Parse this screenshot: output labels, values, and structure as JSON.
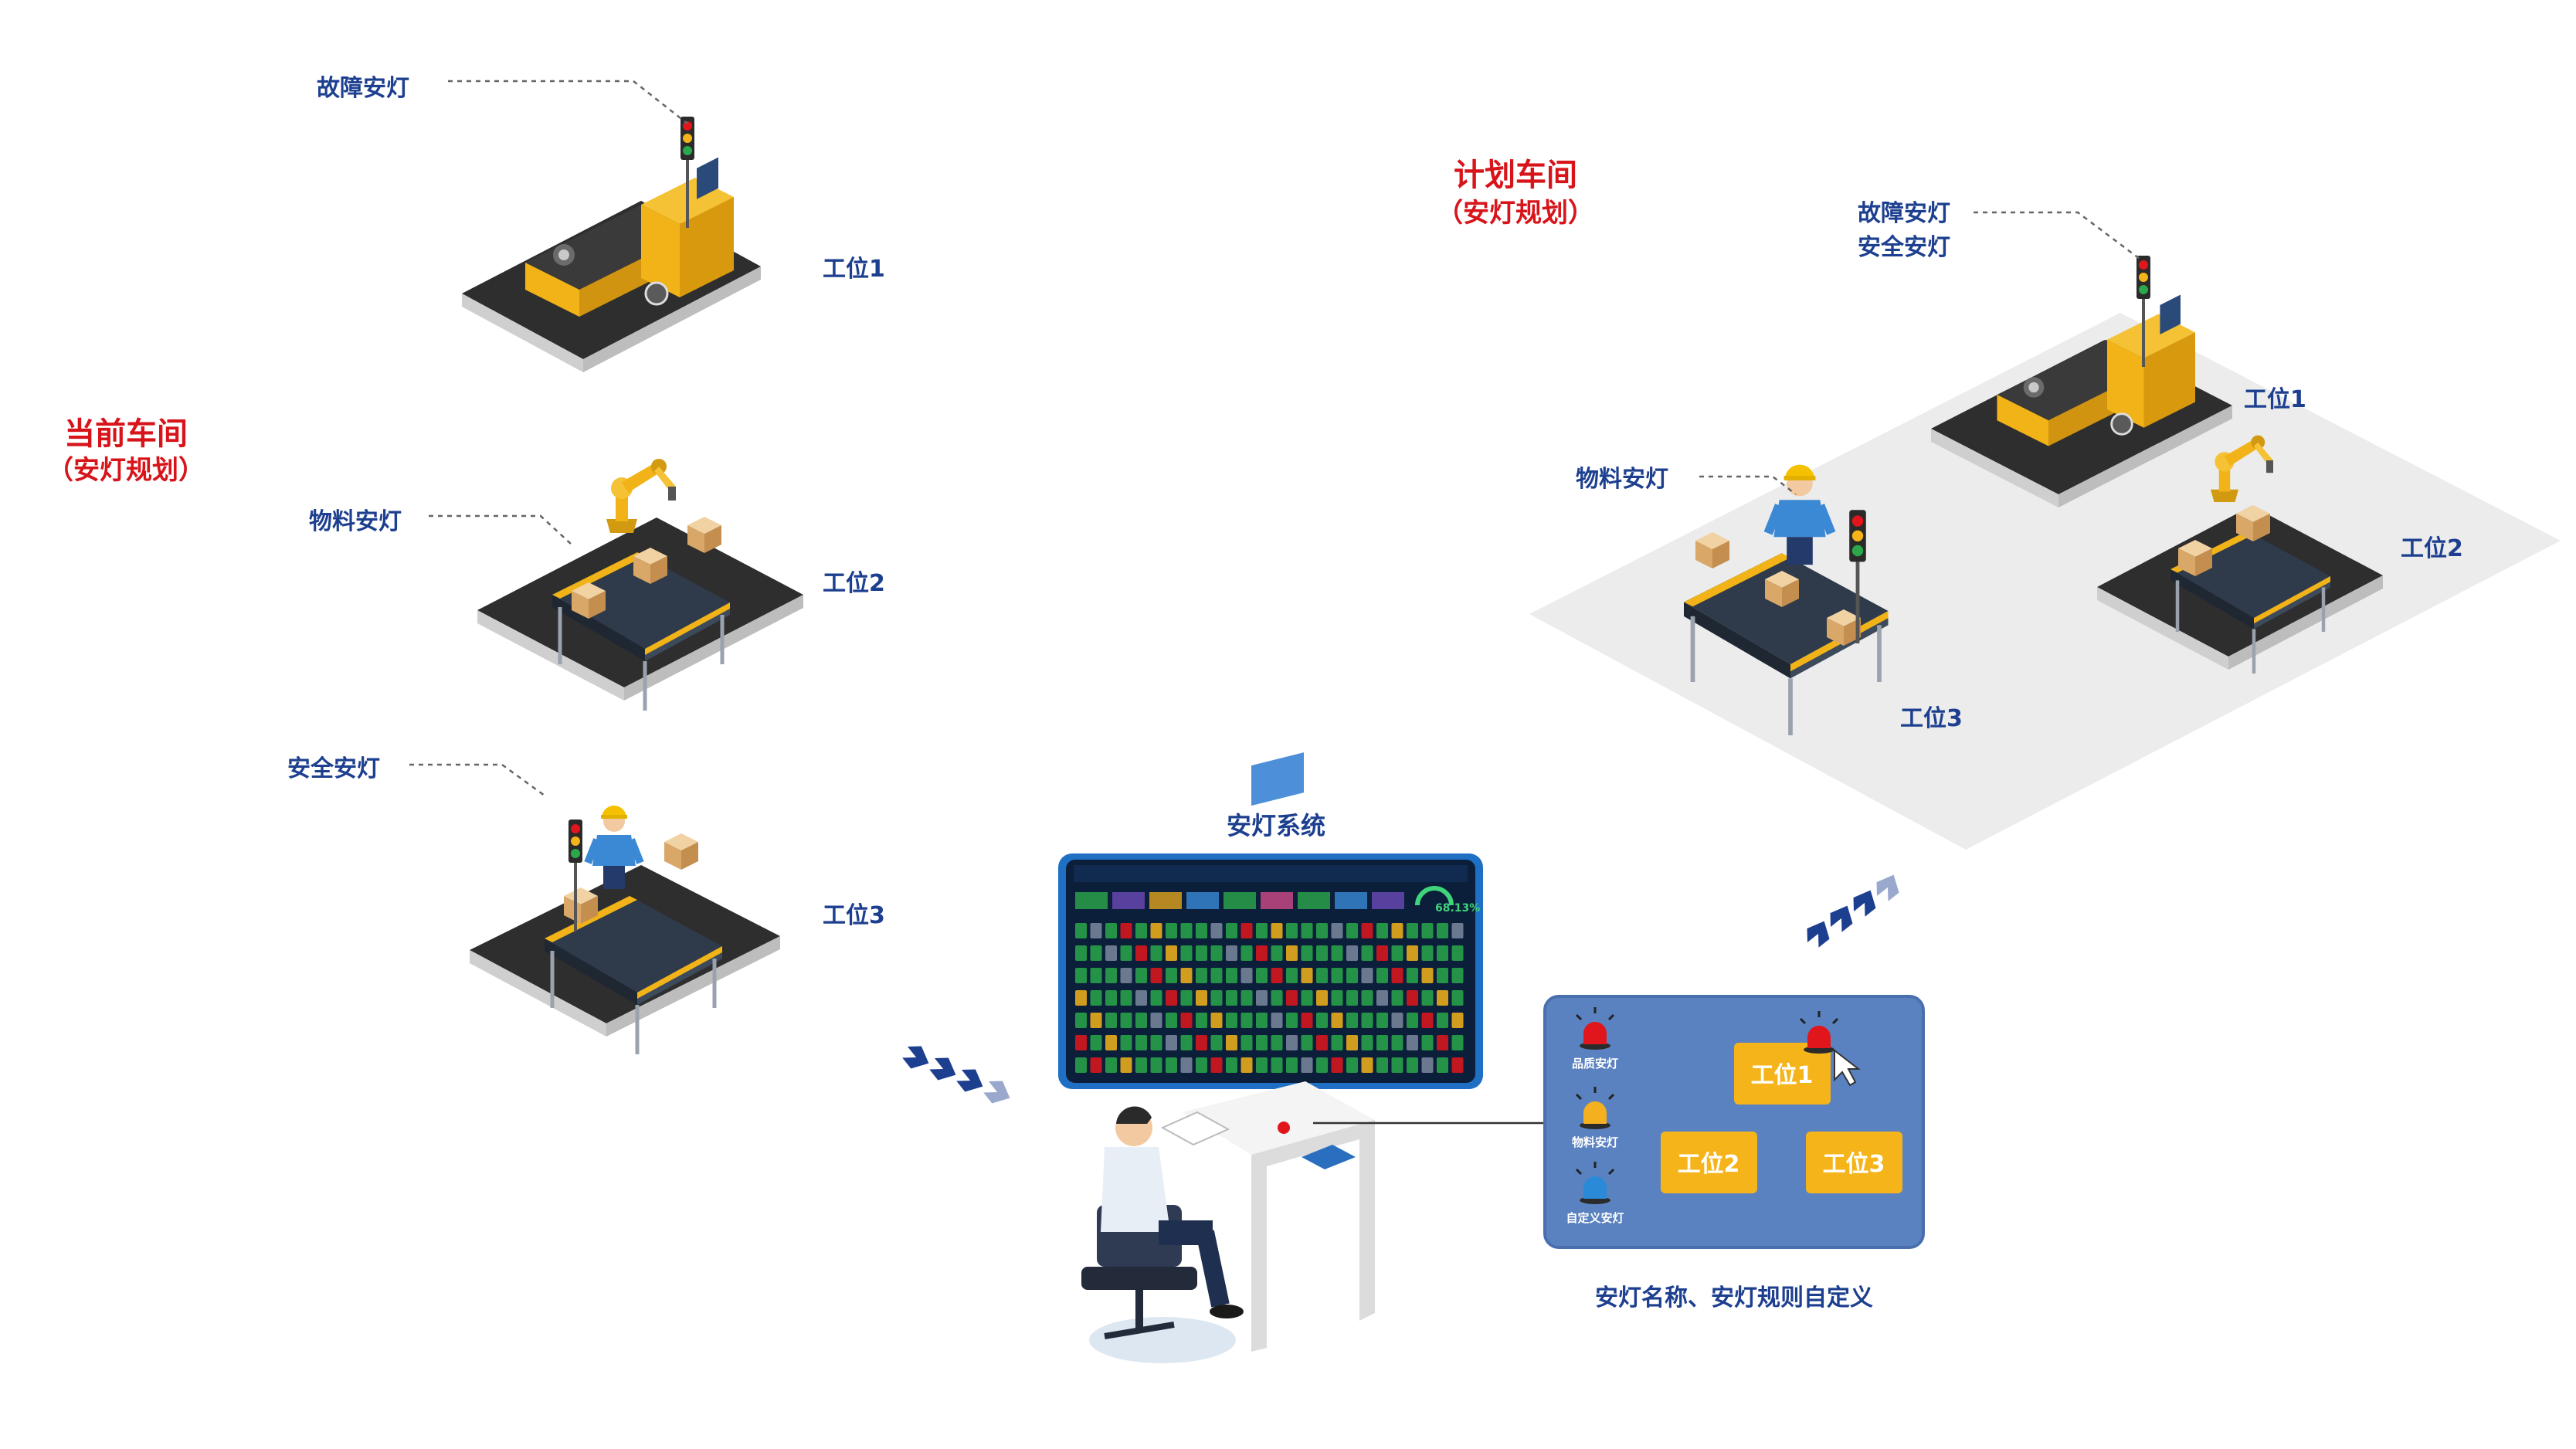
{
  "current_workshop": {
    "title": "当前车间",
    "subtitle": "（安灯规划）",
    "stations": [
      {
        "name": "工位1",
        "andon": "故障安灯"
      },
      {
        "name": "工位2",
        "andon": "物料安灯"
      },
      {
        "name": "工位3",
        "andon": "安全安灯"
      }
    ]
  },
  "planned_workshop": {
    "title": "计划车间",
    "subtitle": "（安灯规划）",
    "andon_fault": "故障安灯",
    "andon_safety": "安全安灯",
    "andon_material": "物料安灯",
    "stations": [
      "工位1",
      "工位2",
      "工位3"
    ]
  },
  "andon_system": {
    "title": "安灯系统",
    "gauge_value": "68.13%"
  },
  "config_panel": {
    "lights": [
      {
        "label": "品质安灯",
        "color": "#e0161c"
      },
      {
        "label": "物料安灯",
        "color": "#f5b020"
      },
      {
        "label": "自定义安灯",
        "color": "#2a8ad8"
      }
    ],
    "stations": [
      "工位1",
      "工位2",
      "工位3"
    ],
    "caption": "安灯名称、安灯规则自定义"
  },
  "colors": {
    "heading_red": "#d8141b",
    "label_blue": "#1d3f8f",
    "panel_blue": "#5b82c0",
    "station_yellow": "#f4b41a"
  }
}
